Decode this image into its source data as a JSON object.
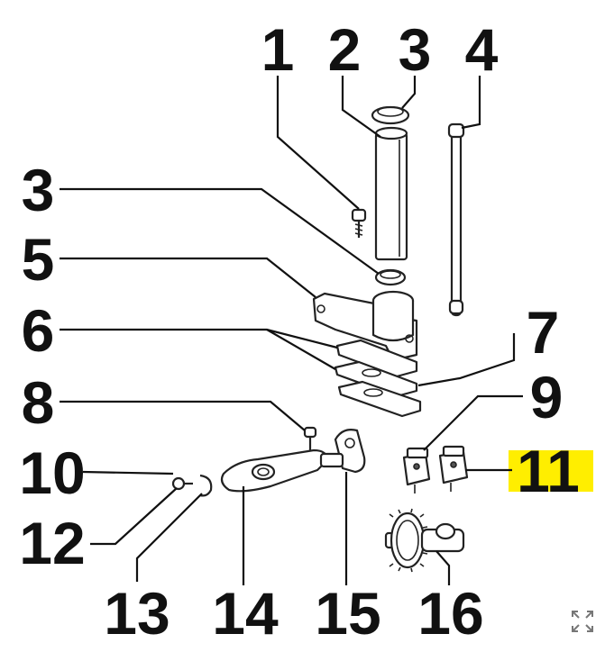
{
  "labels": {
    "l1": "1",
    "l2": "2",
    "l3a": "3",
    "l4": "4",
    "l3b": "3",
    "l5": "5",
    "l6": "6",
    "l7": "7",
    "l8": "8",
    "l9": "9",
    "l10": "10",
    "l11": "11",
    "l12": "12",
    "l13": "13",
    "l14": "14",
    "l15": "15",
    "l16": "16"
  },
  "highlight": {
    "label": "11",
    "color": "#ffee00"
  },
  "expand_icon": "expand-icon"
}
